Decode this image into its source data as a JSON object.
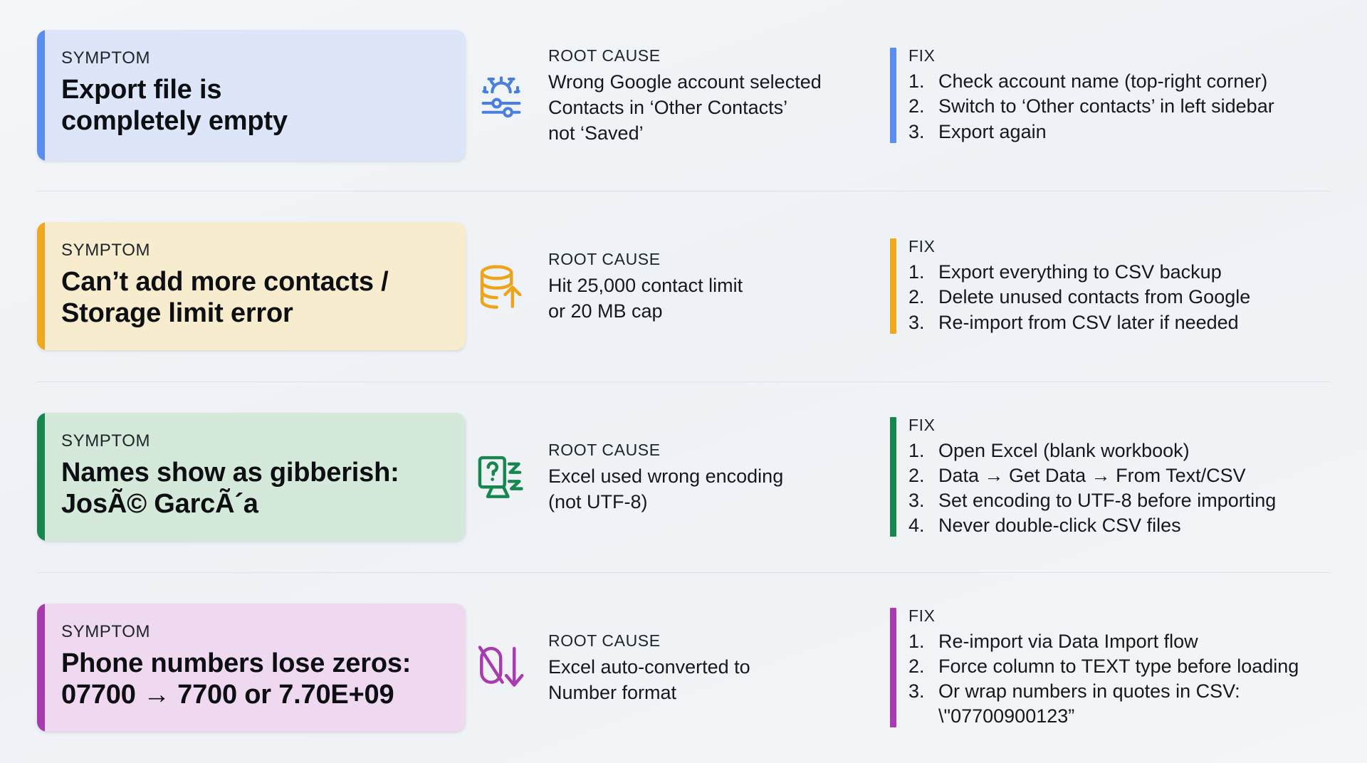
{
  "meta": {
    "kicker_symptom": "SYMPTOM",
    "kicker_cause": "ROOT CAUSE",
    "kicker_fix": "FIX",
    "background": "#f1f4f7"
  },
  "rows": [
    {
      "accent": "#5b8def",
      "card_bg": "#dde6f8",
      "icon": "settings-sliders-icon",
      "symptom": "Export file is\ncompletely empty",
      "cause": "Wrong Google account selected\nContacts in ‘Other Contacts’\nnot ‘Saved’",
      "fix": [
        "Check account name (top-right corner)",
        "Switch to ‘Other contacts’ in left sidebar",
        "Export again"
      ]
    },
    {
      "accent": "#efa91e",
      "card_bg": "#f7eccd",
      "icon": "database-upload-icon",
      "symptom": "Can’t add more contacts /\nStorage limit error",
      "cause": "Hit 25,000 contact limit\nor 20 MB cap",
      "fix": [
        "Export everything to CSV backup",
        "Delete unused contacts from Google",
        "Re-import from CSV later if needed"
      ]
    },
    {
      "accent": "#17864f",
      "card_bg": "#d4e9da",
      "icon": "corrupt-text-file-icon",
      "symptom": "Names show as gibberish:\nJosÃ© GarcÃ´a",
      "cause": "Excel used wrong encoding\n(not UTF-8)",
      "fix": [
        "Open Excel (blank workbook)",
        "Data → Get Data → From Text/CSV",
        "Set encoding to UTF-8 before importing",
        "Never double-click CSV files"
      ]
    },
    {
      "accent": "#a93bb0",
      "card_bg": "#eed9f0",
      "icon": "zero-dropped-icon",
      "symptom": "Phone numbers lose zeros:\n07700 → 7700 or 7.70E+09",
      "cause": "Excel auto-converted to\nNumber format",
      "fix": [
        "Re-import via Data Import flow",
        "Force column to TEXT type before loading",
        "Or wrap numbers in quotes in CSV:\n\\\"07700900123”"
      ]
    }
  ]
}
